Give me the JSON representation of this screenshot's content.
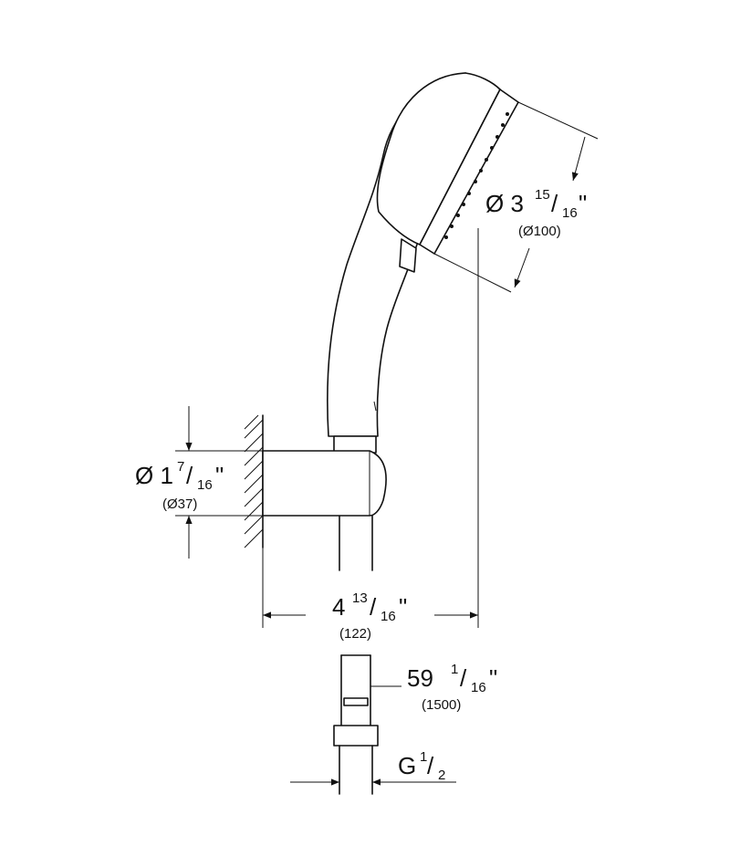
{
  "dimensions": {
    "head_diameter": {
      "symbol": "Ø",
      "whole": "3",
      "num": "15",
      "den": "16",
      "unit": "\"",
      "metric": "(Ø100)"
    },
    "holder_diameter": {
      "symbol": "Ø",
      "whole": "1",
      "num": "7",
      "den": "16",
      "unit": "\"",
      "metric": "(Ø37)"
    },
    "projection": {
      "whole": "4",
      "num": "13",
      "den": "16",
      "unit": "\"",
      "metric": "(122)"
    },
    "hose_length": {
      "whole": "59",
      "num": "1",
      "den": "16",
      "unit": "\"",
      "metric": "(1500)"
    },
    "connection": {
      "thread": "G",
      "num": "1",
      "den": "2"
    }
  },
  "colors": {
    "line": "#111111",
    "background": "#ffffff"
  }
}
